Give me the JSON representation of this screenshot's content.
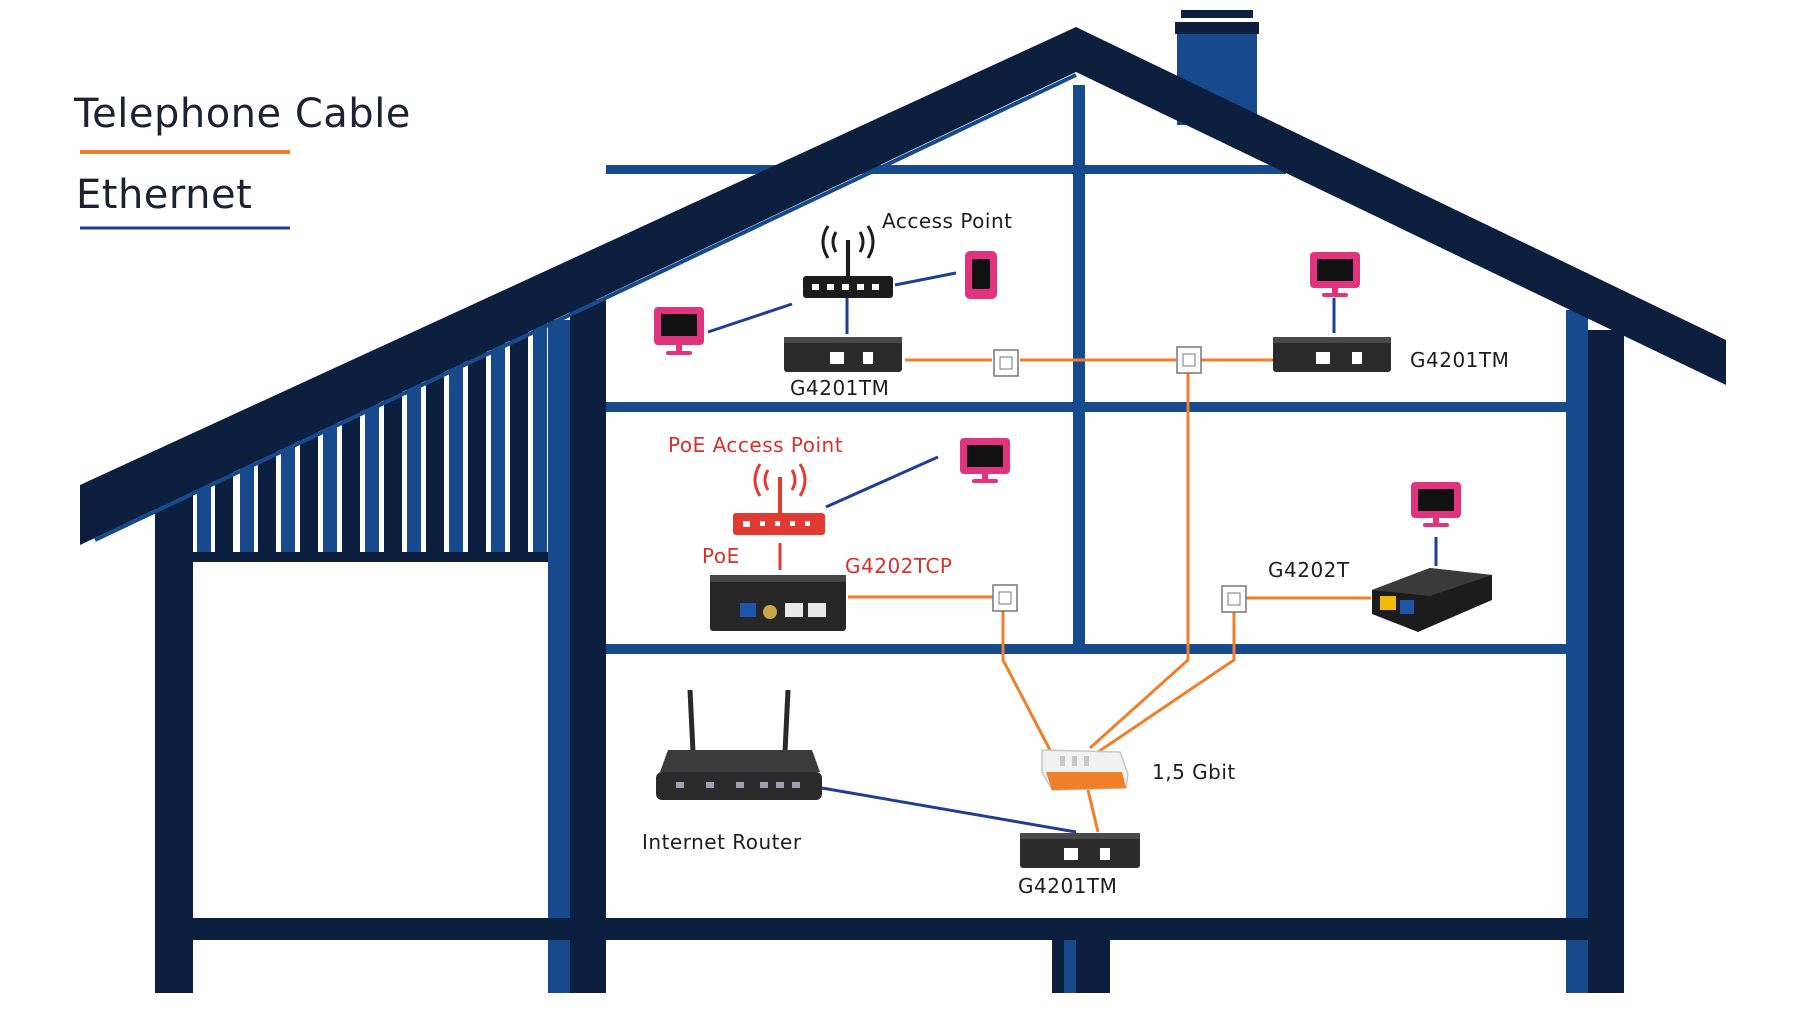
{
  "legend": {
    "items": [
      {
        "label": "Telephone Cable",
        "color": "#f07f2a"
      },
      {
        "label": "Ethernet",
        "color": "#1f3f94"
      }
    ]
  },
  "labels": {
    "access_point": "Access Point",
    "upper_left_extender": "G4201TM",
    "upper_right_extender": "G4201TM",
    "poe_access_point": "PoE Access Point",
    "poe_injector": "PoE",
    "middle_left_extender": "G4202TCP",
    "middle_right_extender": "G4202T",
    "splitter": "1,5 Gbit",
    "internet_router": "Internet Router",
    "ground_extender": "G4201TM"
  },
  "colors": {
    "house_dark": "#0c1f3f",
    "house_blue": "#174a8c",
    "telephone_cable": "#f07f2a",
    "ethernet": "#1f3f94",
    "device_pink": "#e0357e",
    "device_red": "#e03a33",
    "device_dark": "#2a2a2a"
  }
}
